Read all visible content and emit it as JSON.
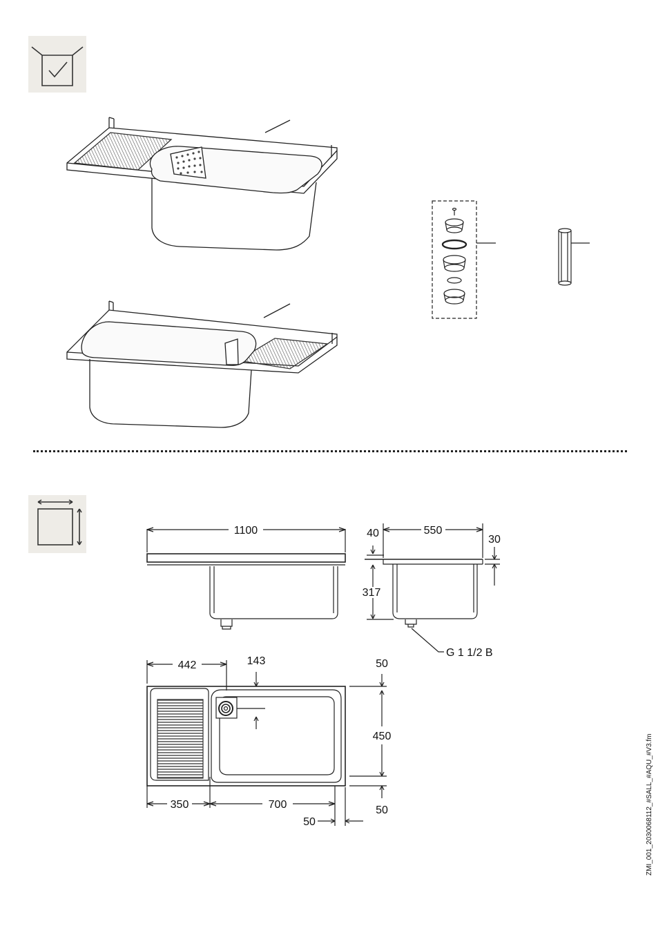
{
  "section_icons": {
    "scope_of_delivery": "box-check-icon",
    "dimensions": "dimensions-icon"
  },
  "dimensions": {
    "front_width": "1100",
    "side_rim": "40",
    "side_depth": "550",
    "side_top": "30",
    "side_height": "317",
    "outlet_thread": "G 1 1/2 B",
    "top_drainer_width": "442",
    "top_outlet_offset": "143",
    "top_right_margin": "50",
    "top_bowl_depth": "450",
    "bottom_drainer": "350",
    "bottom_bowl": "700",
    "bottom_margin_right": "50",
    "bottom_margin_bottom": "50"
  },
  "footer": {
    "file_reference": "ZMI_001_2030068112_#SALL_#AQU_#V3.fm"
  }
}
